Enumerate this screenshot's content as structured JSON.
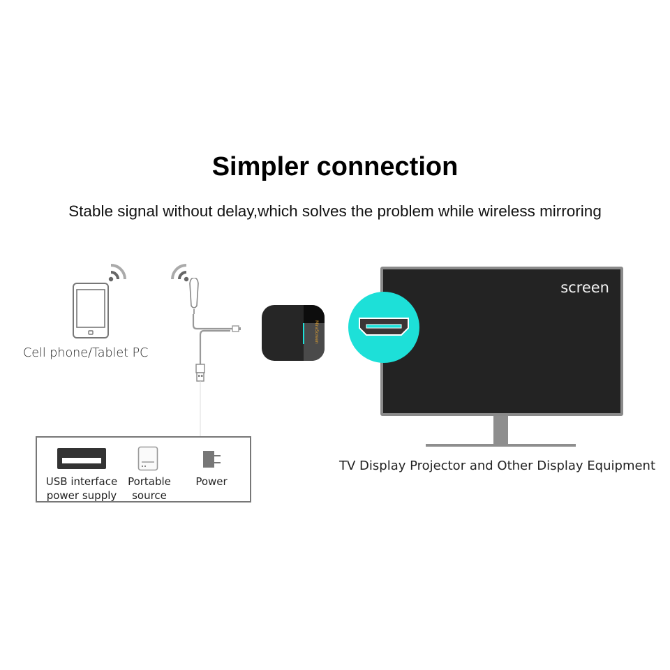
{
  "header": {
    "title": "Simpler connection",
    "subtitle": "Stable signal without delay,which solves the problem while wireless mirroring"
  },
  "source_device": {
    "label": "Cell phone/Tablet PC",
    "icon": "tablet-icon",
    "signal_icon": "wifi-signal-icon"
  },
  "dongle": {
    "icon": "wireless-hdmi-dongle-icon",
    "brand_text": "MiraScreen",
    "cable_icon": "usb-cable-icon"
  },
  "power_options": {
    "items": [
      {
        "icon": "usb-port-icon",
        "line1": "USB interface",
        "line2": "power supply"
      },
      {
        "icon": "power-bank-icon",
        "line1": "Portable",
        "line2": "source"
      },
      {
        "icon": "power-plug-icon",
        "line1": "Power",
        "line2": ""
      }
    ]
  },
  "display": {
    "screen_text": "screen",
    "label": "TV Display Projector and Other Display Equipment",
    "hdmi_icon": "hdmi-port-icon"
  },
  "colors": {
    "accent": "#1de0d8",
    "tv_screen": "#232323",
    "tv_frame": "#8a8a8a"
  }
}
